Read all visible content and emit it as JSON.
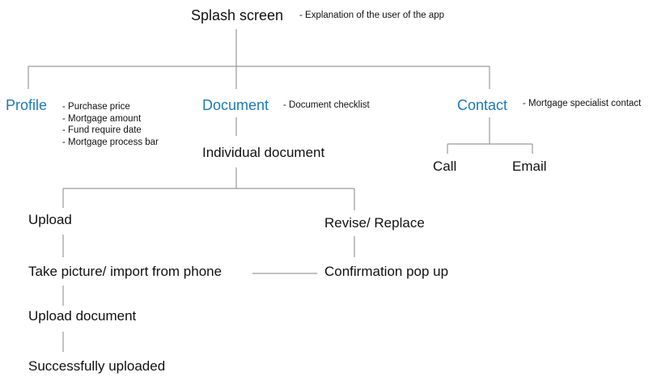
{
  "colors": {
    "accent": "#1a7ab8",
    "text": "#111111",
    "connector": "#9a9a9a"
  },
  "diagram": {
    "root": {
      "label": "Splash screen",
      "note": "- Explanation of the user of the app"
    },
    "profile": {
      "label": "Profile",
      "notes": [
        "- Purchase price",
        "- Mortgage amount",
        "- Fund require date",
        "- Mortgage process bar"
      ]
    },
    "document": {
      "label": "Document",
      "note": "- Document checklist"
    },
    "contact": {
      "label": "Contact",
      "note": "- Mortgage specialist contact"
    },
    "individual_document": "Individual document",
    "call": "Call",
    "email": "Email",
    "upload": "Upload",
    "revise_replace": "Revise/ Replace",
    "take_picture": "Take picture/ import from phone",
    "confirmation_popup": "Confirmation pop up",
    "upload_document": "Upload document",
    "successfully_uploaded": "Successfully uploaded"
  }
}
